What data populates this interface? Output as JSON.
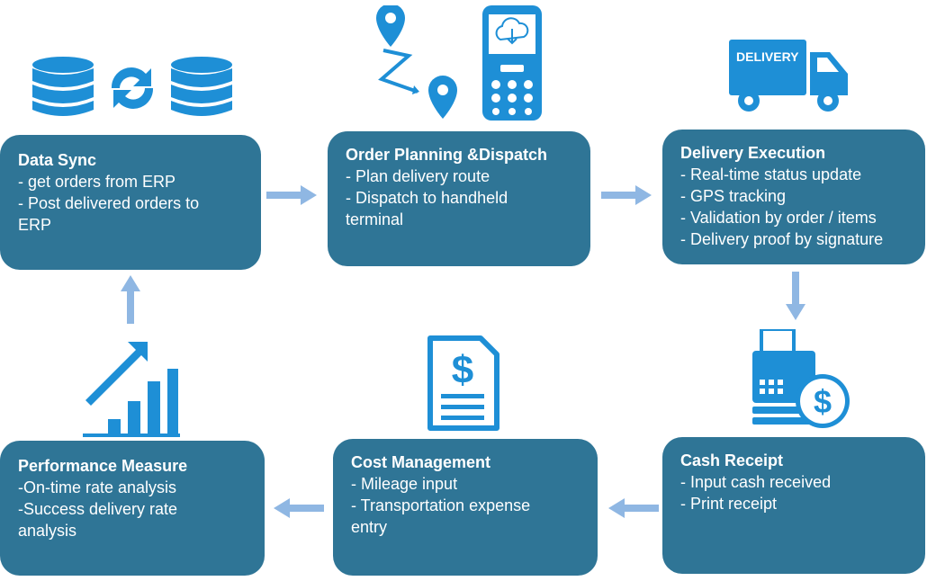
{
  "colors": {
    "card": "#2f7596",
    "icon": "#1e8fd6",
    "arrow": "#8fb7e3"
  },
  "steps": [
    {
      "title": "Data Sync",
      "lines": [
        "- get orders from ERP",
        "- Post delivered orders to",
        "ERP"
      ],
      "icon": "database-sync-icon"
    },
    {
      "title": "Order Planning &Dispatch",
      "lines": [
        "- Plan delivery route",
        "- Dispatch to handheld",
        "terminal"
      ],
      "icon": "route-and-handheld-icon"
    },
    {
      "title": "Delivery Execution",
      "lines": [
        "- Real-time status update",
        "- GPS tracking",
        "- Validation by order / items",
        "- Delivery proof by signature"
      ],
      "icon": "delivery-truck-icon",
      "icon_label": "DELIVERY"
    },
    {
      "title": "Cash Receipt",
      "lines": [
        "- Input cash received",
        "- Print receipt"
      ],
      "icon": "cash-register-icon"
    },
    {
      "title": "Cost Management",
      "lines": [
        "- Mileage input",
        "- Transportation expense",
        "entry"
      ],
      "icon": "expense-document-icon"
    },
    {
      "title": "Performance Measure",
      "lines": [
        "-On-time rate analysis",
        "-Success delivery rate",
        "analysis"
      ],
      "icon": "growth-chart-icon"
    }
  ]
}
